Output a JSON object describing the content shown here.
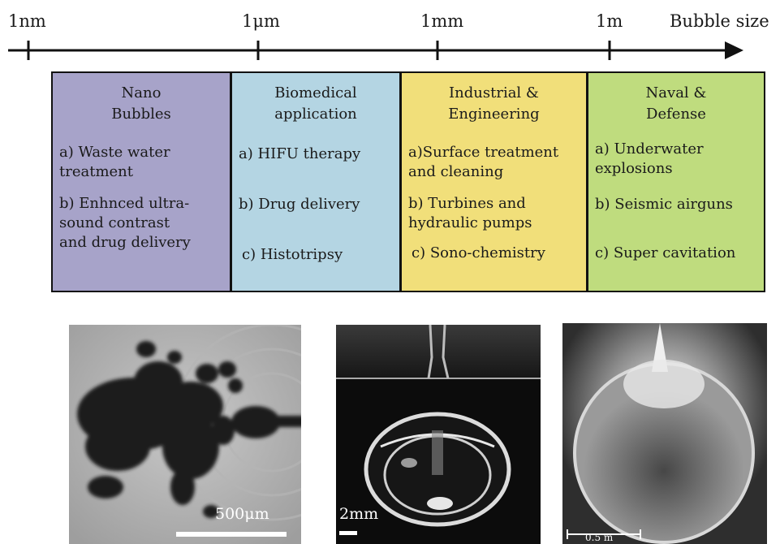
{
  "axis": {
    "title": "Bubble size",
    "ticks": [
      "1nm",
      "1μm",
      "1mm",
      "1m"
    ]
  },
  "categories": [
    {
      "title_line1": "Nano",
      "title_line2": "Bubbles",
      "color": "#a7a3c9",
      "items": [
        [
          "a) Waste water",
          "treatment"
        ],
        [
          "b) Enhnced ultra-",
          "sound contrast",
          "and drug delivery"
        ]
      ]
    },
    {
      "title_line1": "Biomedical",
      "title_line2": "application",
      "color": "#b4d5e3",
      "items": [
        [
          "a) HIFU therapy"
        ],
        [
          "b) Drug delivery"
        ],
        [
          "c) Histotripsy"
        ]
      ]
    },
    {
      "title_line1": "Industrial &",
      "title_line2": "Engineering",
      "color": "#f1df7a",
      "items": [
        [
          "a)Surface treatment",
          "and cleaning"
        ],
        [
          "b) Turbines and",
          "hydraulic pumps"
        ],
        [
          "c) Sono-chemistry"
        ]
      ]
    },
    {
      "title_line1": "Naval &",
      "title_line2": "Defense",
      "color": "#bfdc7e",
      "items": [
        [
          "a) Underwater",
          "explosions"
        ],
        [
          "b) Seismic airguns"
        ],
        [
          "c) Super cavitation"
        ]
      ]
    }
  ],
  "photos": {
    "scale_1": "500μm",
    "scale_2": "2mm",
    "scale_3": "0.5 m"
  }
}
